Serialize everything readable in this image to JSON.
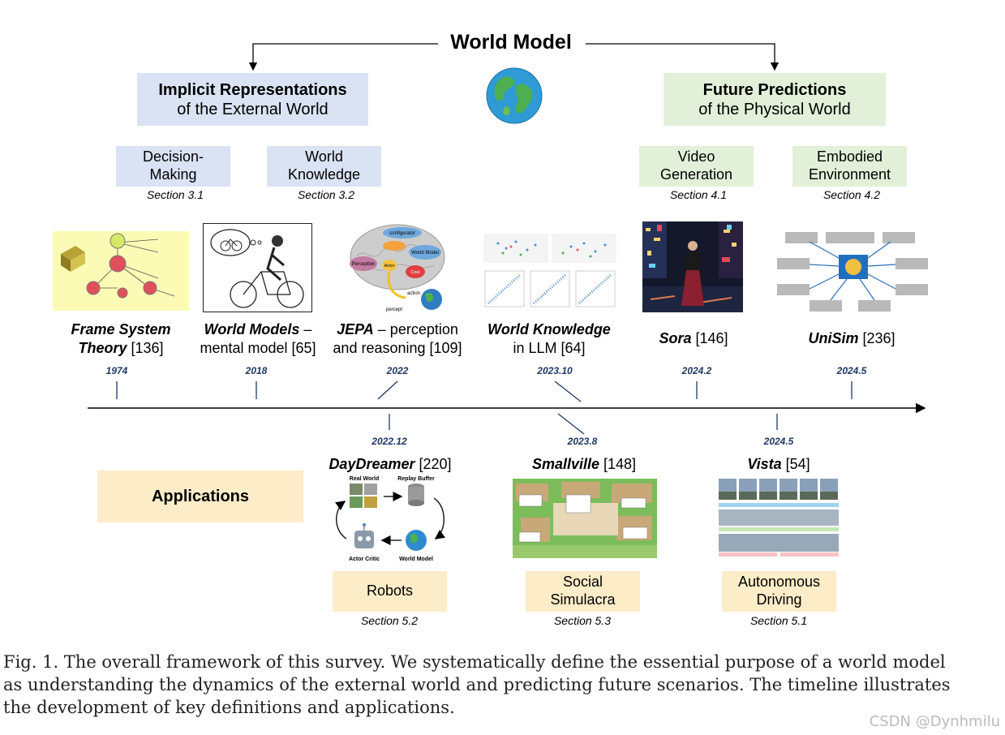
{
  "title": "World Model",
  "branches": {
    "left": {
      "line1": "Implicit Representations",
      "line2": "of the External World"
    },
    "right": {
      "line1": "Future Predictions",
      "line2": "of the Physical World"
    }
  },
  "categories": [
    {
      "l1": "Decision-",
      "l2": "Making",
      "section": "Section 3.1"
    },
    {
      "l1": "World",
      "l2": "Knowledge",
      "section": "Section 3.2"
    },
    {
      "l1": "Video",
      "l2": "Generation",
      "section": "Section 4.1"
    },
    {
      "l1": "Embodied",
      "l2": "Environment",
      "section": "Section 4.2"
    }
  ],
  "top_items": [
    {
      "name": "Frame System",
      "name2": "Theory",
      "ref": " [136]",
      "year": "1974"
    },
    {
      "name": "World Models",
      "rest": " –",
      "line2": "mental model [65]",
      "year": "2018"
    },
    {
      "name": "JEPA",
      "rest": " – perception",
      "line2": "and reasoning [109]",
      "year": "2022"
    },
    {
      "name": "World Knowledge",
      "line2": "in LLM [64]",
      "year": "2023.10"
    },
    {
      "name": "Sora",
      "ref": " [146]",
      "year": "2024.2"
    },
    {
      "name": "UniSim",
      "ref": " [236]",
      "year": "2024.5"
    }
  ],
  "bottom_items": [
    {
      "year": "2022.12",
      "name": "DayDreamer",
      "ref": " [220]",
      "app": "Robots",
      "section": "Section 5.2"
    },
    {
      "year": "2023.8",
      "name": "Smallville",
      "ref": " [148]",
      "app_l1": "Social",
      "app_l2": "Simulacra",
      "section": "Section 5.3"
    },
    {
      "year": "2024.5",
      "name": "Vista",
      "ref": " [54]",
      "app_l1": "Autonomous",
      "app_l2": "Driving",
      "section": "Section 5.1"
    }
  ],
  "applications_label": "Applications",
  "daydreamer_labels": {
    "real_world": "Real World",
    "replay_buffer": "Replay Buffer",
    "actor_critic": "Actor Critic",
    "world_model": "World Model"
  },
  "jepa_labels": {
    "configurator": "configurator",
    "perception": "Perception",
    "actor": "Actor",
    "world_model": "World Model",
    "cost": "Cost",
    "action": "action",
    "percept": "percept"
  },
  "caption": {
    "line1": "Fig. 1.  The overall framework of this survey. We systematically define the essential purpose of a world model",
    "line2": "as understanding the dynamics of the external world and predicting future scenarios. The timeline illustrates",
    "line3": "the development of key definitions and applications."
  },
  "watermark": "CSDN @Dynhmilu",
  "colors": {
    "blue": "#dae3f3",
    "green": "#e2f0d9",
    "cream": "#fdecc8",
    "year": "#1f3864"
  }
}
